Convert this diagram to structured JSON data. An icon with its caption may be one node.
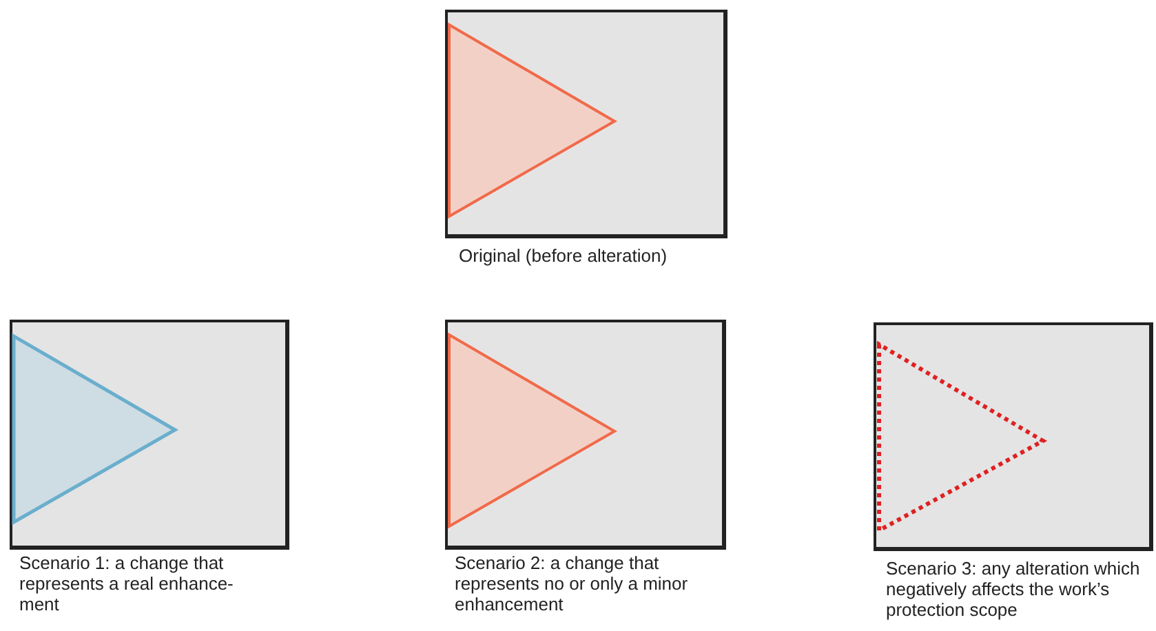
{
  "diagram": {
    "nodes": [
      {
        "text": [],
        "shape": "box",
        "beside": [
          "Original (before alteration)"
        ]
      },
      {
        "text": [],
        "shape": "triangle",
        "in": 0
      },
      {
        "text": [],
        "shape": "box",
        "beside": [
          "Scenario 1: a change that represents a real enhance-ment"
        ]
      },
      {
        "text": [],
        "shape": "triangle",
        "in": 2
      },
      {
        "text": [],
        "shape": "box",
        "beside": [
          "Scenario 2: a change that represents no or only a minor enhancement"
        ]
      },
      {
        "text": [],
        "shape": "triangle",
        "in": 4
      },
      {
        "text": [],
        "shape": "box",
        "beside": [
          "Scenario 3: any alteration which negatively affects the work’s protection scope"
        ]
      },
      {
        "text": [],
        "shape": "triangle",
        "in": 6
      }
    ]
  }
}
